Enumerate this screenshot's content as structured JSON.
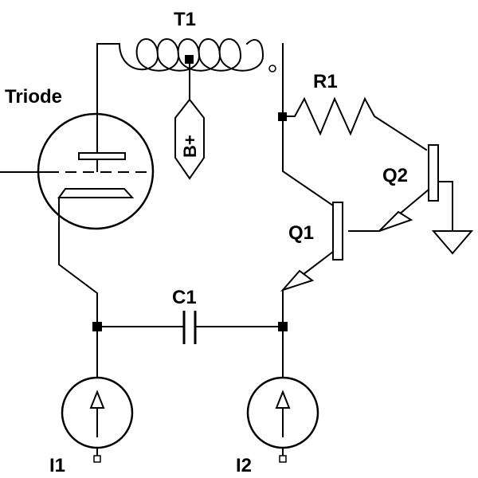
{
  "labels": {
    "transformer": "T1",
    "tube": "Triode",
    "supply": "B+",
    "resistor": "R1",
    "transistor_q2": "Q2",
    "transistor_q1": "Q1",
    "capacitor": "C1",
    "source_i1": "I1",
    "source_i2": "I2"
  }
}
